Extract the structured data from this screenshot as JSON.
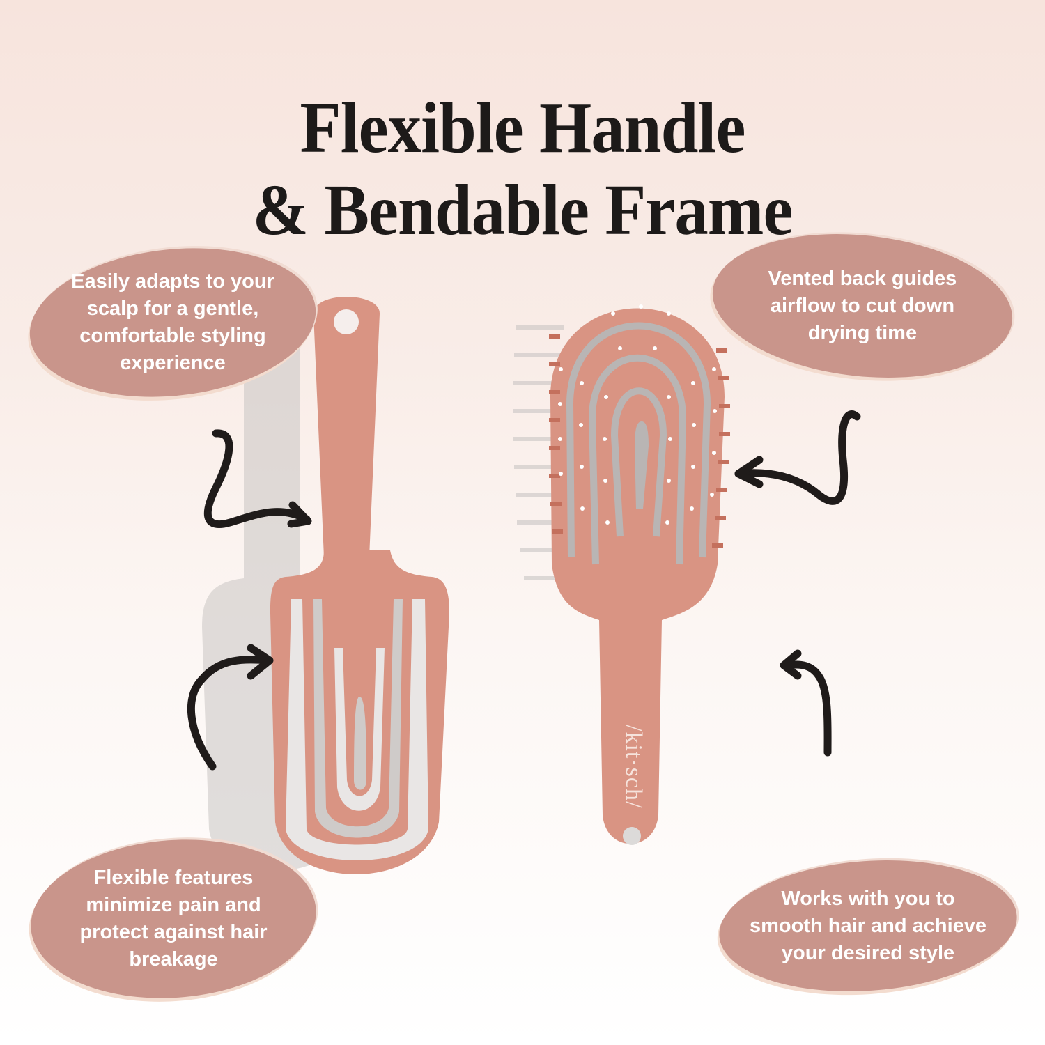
{
  "title": {
    "line1": "Flexible Handle",
    "line2": "& Bendable Frame"
  },
  "callouts": [
    {
      "id": "scalp",
      "text": "Easily adapts to your scalp for a gentle, comfortable styling experience"
    },
    {
      "id": "vented",
      "text": "Vented back guides airflow to cut down drying time"
    },
    {
      "id": "flexible",
      "text": "Flexible features minimize pain and protect against hair breakage"
    },
    {
      "id": "smooth",
      "text": "Works with you to smooth hair and achieve your desired style"
    }
  ],
  "product": {
    "brand_mark": "/kit·sch/",
    "brush_color": "#d99483",
    "bristle_color": "#c4705d",
    "bristle_tip_color": "#ffffff"
  },
  "colors": {
    "bubble_fill": "#c9958b",
    "bubble_outline": "#f3dccf",
    "title_text": "#1d1a19",
    "arrow": "#1f1b1a",
    "background_top": "#f7e4dd",
    "background_bottom": "#ffffff"
  },
  "icons": {
    "arrows": [
      "curved-arrow-right",
      "curved-arrow-left",
      "curved-arrow-up-right",
      "curved-arrow-up-left"
    ]
  }
}
